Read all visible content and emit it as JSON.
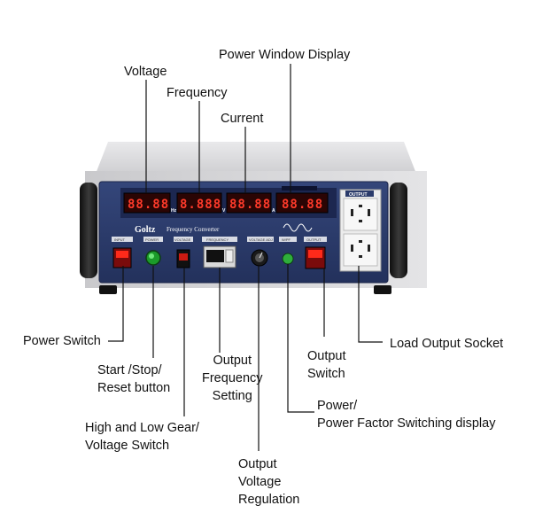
{
  "labels": {
    "voltage": "Voltage",
    "frequency": "Frequency",
    "current": "Current",
    "power_window_display": "Power Window Display",
    "power_switch": "Power Switch",
    "start_stop_reset": "Start /Stop/\nReset button",
    "high_low_gear": "High and Low Gear/\nVoltage Switch",
    "output_frequency_setting": "Output\nFrequency\nSetting",
    "output_voltage_regulation": "Output\nVoltage\nRegulation",
    "power_factor_switching": "Power/\nPower Factor Switching display",
    "output_switch": "Output\nSwitch",
    "load_output_socket": "Load Output Socket"
  },
  "device": {
    "brand": "Goltz",
    "model_name": "Frequency Converter",
    "panel_labels": {
      "input": "INPUT",
      "power": "POWER",
      "voltage": "VOLTAGE",
      "frequency": "FREQUENCY",
      "voltage_adj": "VOLTAGE ADJ",
      "w_pf": "W/PF",
      "output": "OUTPUT",
      "socket_output": "OUTPUT"
    },
    "display_units": {
      "hz": "Hz",
      "v": "V",
      "a": "A"
    },
    "displays": {
      "voltage": "88.88",
      "frequency": "8.888",
      "current": "88.88",
      "power": "88.88"
    },
    "colors": {
      "panel": "#2b3b6b",
      "display": "#ff3a2a",
      "chassis": "#d7d7d9"
    }
  }
}
